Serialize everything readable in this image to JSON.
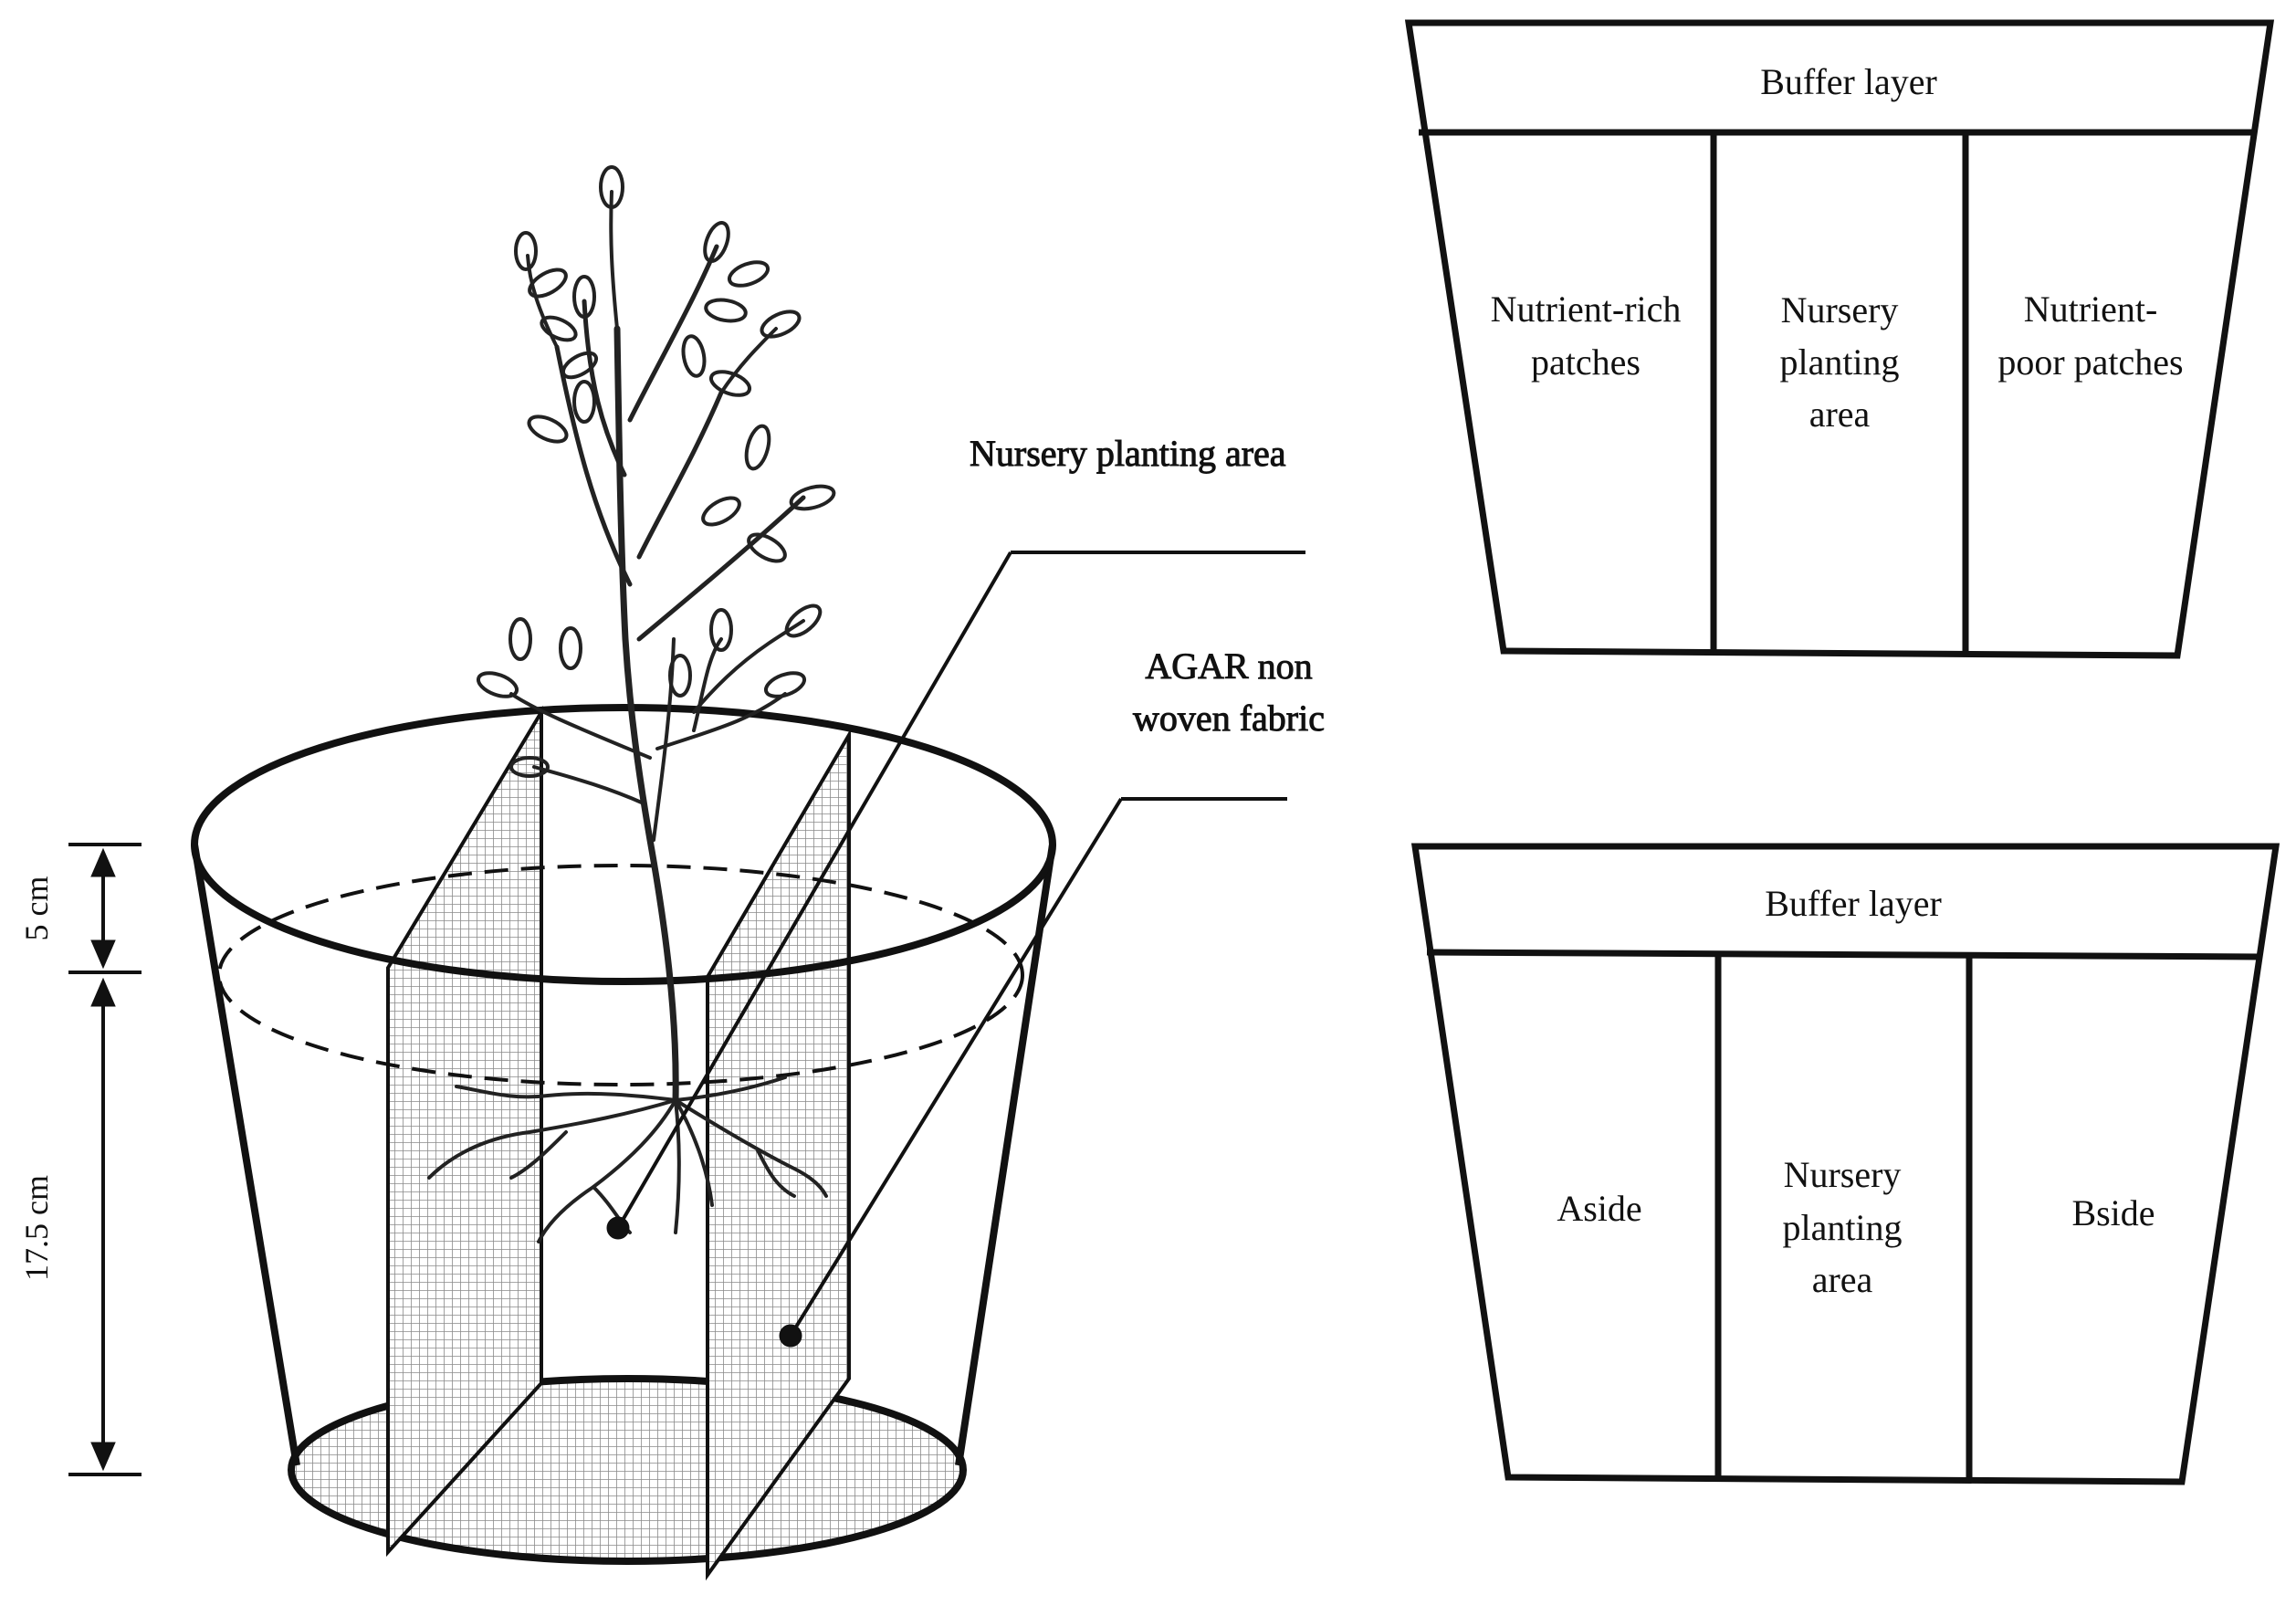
{
  "pot_diagram": {
    "callouts": {
      "nursery_area": "Nursery planting area",
      "fabric_line1": "AGAR non",
      "fabric_line2": "woven fabric"
    },
    "dimensions": {
      "top": "5 cm",
      "bottom": "17.5 cm"
    }
  },
  "top_layout": {
    "buffer": "Buffer layer",
    "left": [
      "Nutrient-rich",
      "patches"
    ],
    "middle": [
      "Nursery",
      "planting",
      "area"
    ],
    "right": [
      "Nutrient-",
      "poor patches"
    ]
  },
  "bottom_layout": {
    "buffer": "Buffer layer",
    "left": [
      "Aside"
    ],
    "middle": [
      "Nursery",
      "planting",
      "area"
    ],
    "right": [
      "Bside"
    ]
  }
}
